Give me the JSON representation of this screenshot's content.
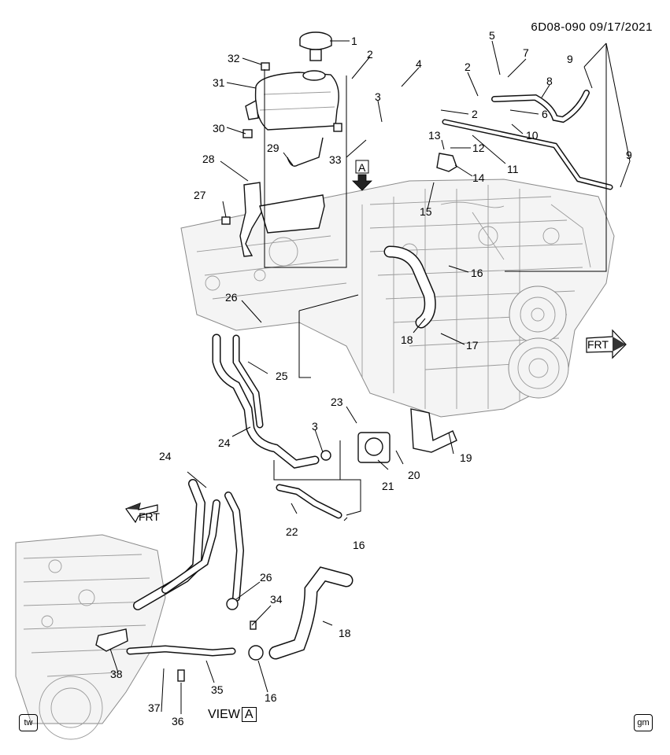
{
  "header": {
    "code": "6D08-090",
    "date": "09/17/2021"
  },
  "view_caption": {
    "text": "VIEW",
    "boxed": "A"
  },
  "view_marker": "A",
  "front_labels": [
    "FRT",
    "FRT"
  ],
  "corner_marks": {
    "left": "tw",
    "right": "gm"
  },
  "callouts": [
    "1",
    "2",
    "2",
    "2",
    "3",
    "3",
    "4",
    "5",
    "6",
    "7",
    "8",
    "9",
    "9",
    "10",
    "11",
    "12",
    "13",
    "14",
    "15",
    "16",
    "16",
    "16",
    "17",
    "18",
    "18",
    "19",
    "20",
    "21",
    "22",
    "23",
    "24",
    "24",
    "25",
    "26",
    "26",
    "27",
    "28",
    "29",
    "30",
    "31",
    "32",
    "33",
    "34",
    "35",
    "36",
    "37",
    "38"
  ]
}
